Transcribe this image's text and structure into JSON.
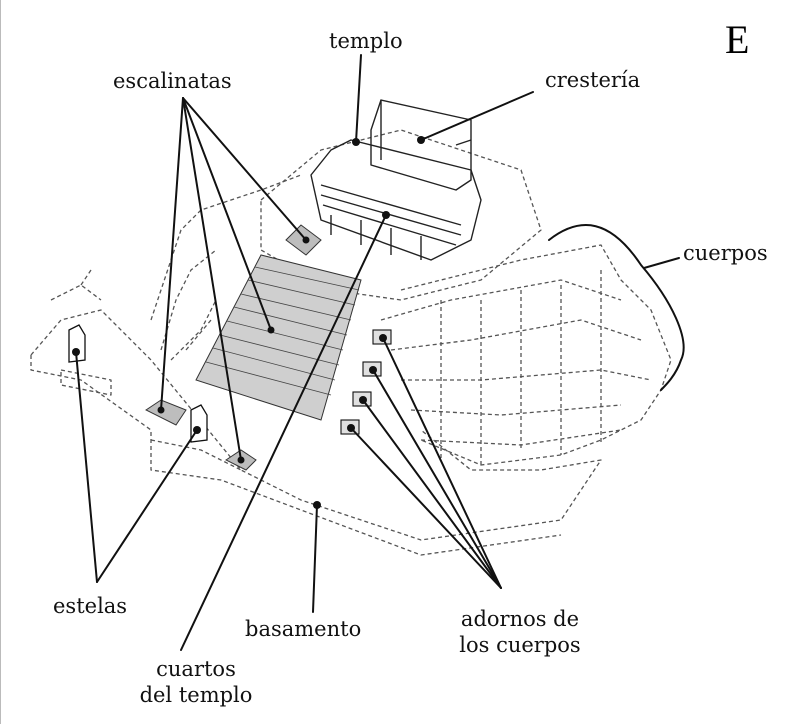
{
  "figure": {
    "panel_letter": "E",
    "labels": {
      "templo": "templo",
      "cresteria": "crestería",
      "escalinatas": "escalinatas",
      "cuerpos": "cuerpos",
      "estelas": "estelas",
      "basamento": "basamento",
      "adornos_line1": "adornos de",
      "adornos_line2": "los cuerpos",
      "cuartos_line1": "cuartos",
      "cuartos_line2": "del templo"
    }
  },
  "colors": {
    "ink": "#111111",
    "dashed": "#555555",
    "background": "#ffffff"
  }
}
